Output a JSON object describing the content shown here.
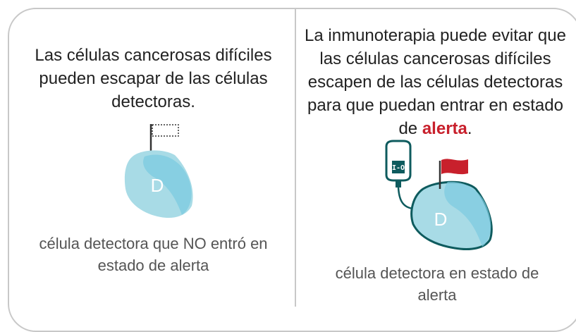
{
  "left_panel": {
    "statement": "Las células cancerosas difíciles pueden escapar de las células detectoras.",
    "cell_letter": "D",
    "caption": "célula detectora que NO entró en estado de alerta"
  },
  "right_panel": {
    "statement_main": "La inmunoterapia puede evitar que las células cancerosas difíciles escapen de las células detectoras para que puedan entrar en estado de ",
    "statement_highlight": "alerta",
    "statement_end": ".",
    "iv_bag_label": "I-O",
    "cell_letter": "D",
    "caption": "célula detectora en estado de alerta"
  },
  "colors": {
    "border": "#c8c8c8",
    "text": "#222222",
    "caption_text": "#555555",
    "alert_red": "#c8202c",
    "cell_light": "#a8dbe6",
    "cell_dark": "#6cc4d8",
    "outline_teal": "#0e5b5e"
  }
}
